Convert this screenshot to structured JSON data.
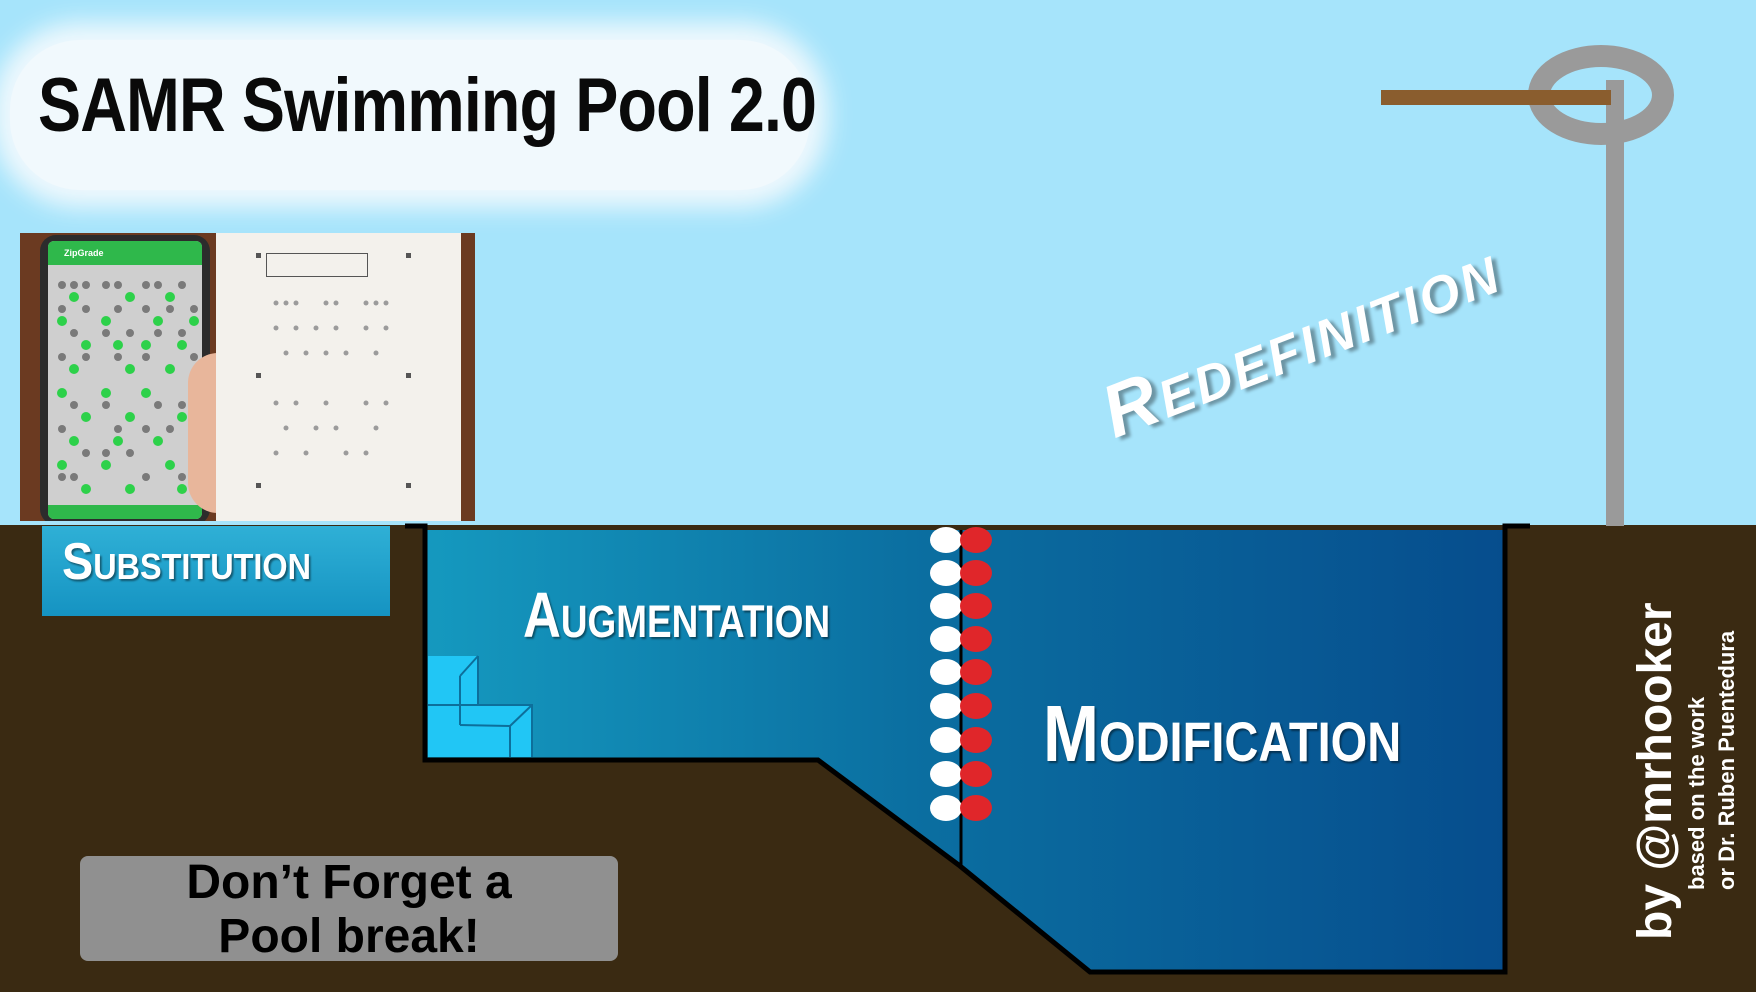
{
  "title": "SAMR Swimming Pool 2.0",
  "photo": {
    "phone_app_name": "ZipGrade"
  },
  "levels": {
    "substitution": "Substitution",
    "augmentation": "Augmentation",
    "modification": "Modification",
    "redefinition": "Redefinition"
  },
  "note": {
    "line1": "Don’t Forget a",
    "line2": "Pool break!"
  },
  "credit": {
    "author": "by @mrhooker",
    "line2": "based on the work",
    "line3": "or Dr. Ruben Puentedura"
  },
  "colors": {
    "sky": "#a6e4fb",
    "ground": "#3a2a12",
    "shallow_water": "#1697bd",
    "deep_water": "#07528f",
    "steps": "#1fc7f6",
    "note_box": "#909090",
    "buoy_red": "#e0262a",
    "pole": "#9a9a9a",
    "board": "#8a5d2e"
  }
}
